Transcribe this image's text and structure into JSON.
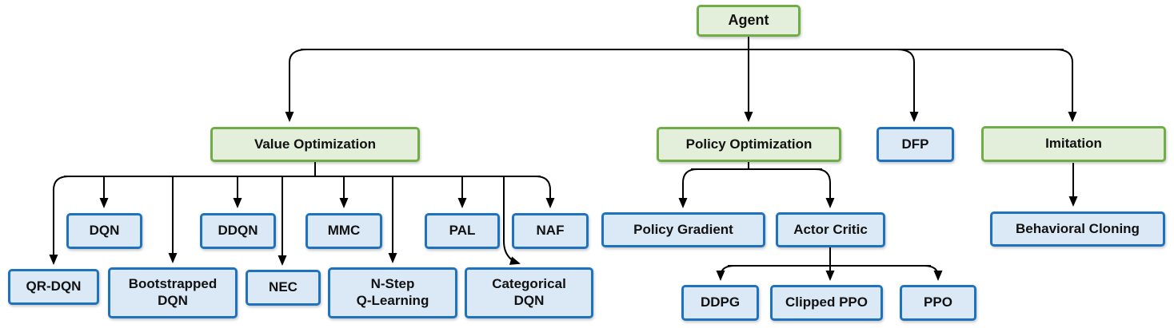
{
  "colors": {
    "green_fill": "#e3efda",
    "green_border": "#70ad47",
    "blue_fill": "#dbe9f7",
    "blue_border": "#1f72bd",
    "line": "#000000"
  },
  "nodes": {
    "agent": {
      "label": "Agent",
      "type": "green"
    },
    "value_optimization": {
      "label": "Value Optimization",
      "type": "green"
    },
    "policy_optimization": {
      "label": "Policy Optimization",
      "type": "green"
    },
    "dfp": {
      "label": "DFP",
      "type": "blue"
    },
    "imitation": {
      "label": "Imitation",
      "type": "green"
    },
    "dqn": {
      "label": "DQN",
      "type": "blue"
    },
    "ddqn": {
      "label": "DDQN",
      "type": "blue"
    },
    "mmc": {
      "label": "MMC",
      "type": "blue"
    },
    "pal": {
      "label": "PAL",
      "type": "blue"
    },
    "naf": {
      "label": "NAF",
      "type": "blue"
    },
    "qr_dqn": {
      "label": "QR-DQN",
      "type": "blue"
    },
    "bootstrapped_dqn": {
      "label": "Bootstrapped\nDQN",
      "type": "blue"
    },
    "nec": {
      "label": "NEC",
      "type": "blue"
    },
    "n_step_q_learning": {
      "label": "N-Step\nQ-Learning",
      "type": "blue"
    },
    "categorical_dqn": {
      "label": "Categorical\nDQN",
      "type": "blue"
    },
    "policy_gradient": {
      "label": "Policy Gradient",
      "type": "blue"
    },
    "actor_critic": {
      "label": "Actor Critic",
      "type": "blue"
    },
    "ddpg": {
      "label": "DDPG",
      "type": "blue"
    },
    "clipped_ppo": {
      "label": "Clipped PPO",
      "type": "blue"
    },
    "ppo": {
      "label": "PPO",
      "type": "blue"
    },
    "behavioral_cloning": {
      "label": "Behavioral Cloning",
      "type": "blue"
    }
  },
  "tree": {
    "Agent": [
      "Value Optimization",
      "Policy Optimization",
      "DFP",
      "Imitation"
    ],
    "Value Optimization": [
      "QR-DQN",
      "DQN",
      "Bootstrapped DQN",
      "DDQN",
      "NEC",
      "MMC",
      "N-Step Q-Learning",
      "PAL",
      "Categorical DQN",
      "NAF"
    ],
    "Policy Optimization": [
      "Policy Gradient",
      "Actor Critic"
    ],
    "Actor Critic": [
      "DDPG",
      "Clipped PPO",
      "PPO"
    ],
    "Imitation": [
      "Behavioral Cloning"
    ]
  }
}
